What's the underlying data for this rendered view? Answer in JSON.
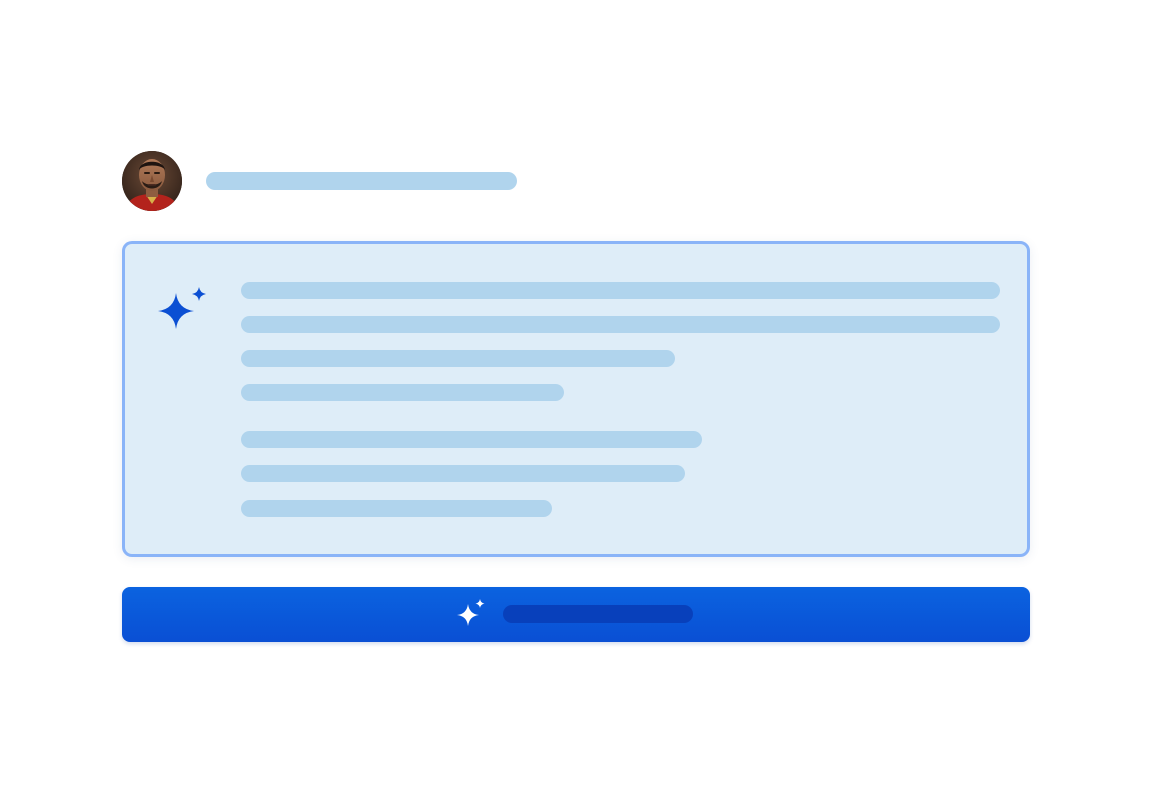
{
  "colors": {
    "page_background": "#ffffff",
    "skeleton_light": "#b0d4ed",
    "card_background": "#deedf8",
    "card_border": "#8ab4f8",
    "accent_icon": "#0b4fd3",
    "button_background": "#0b5ce0",
    "button_label_skeleton": "#0840bb",
    "button_icon": "#ffffff"
  },
  "header": {
    "avatar": "user-portrait",
    "name_placeholder": "skeleton-line"
  },
  "card": {
    "icon": "sparkle-icon",
    "paragraph_1_lines": 4,
    "paragraph_2_lines": 3
  },
  "action_button": {
    "icon": "sparkle-icon",
    "label_placeholder": "skeleton-line"
  }
}
